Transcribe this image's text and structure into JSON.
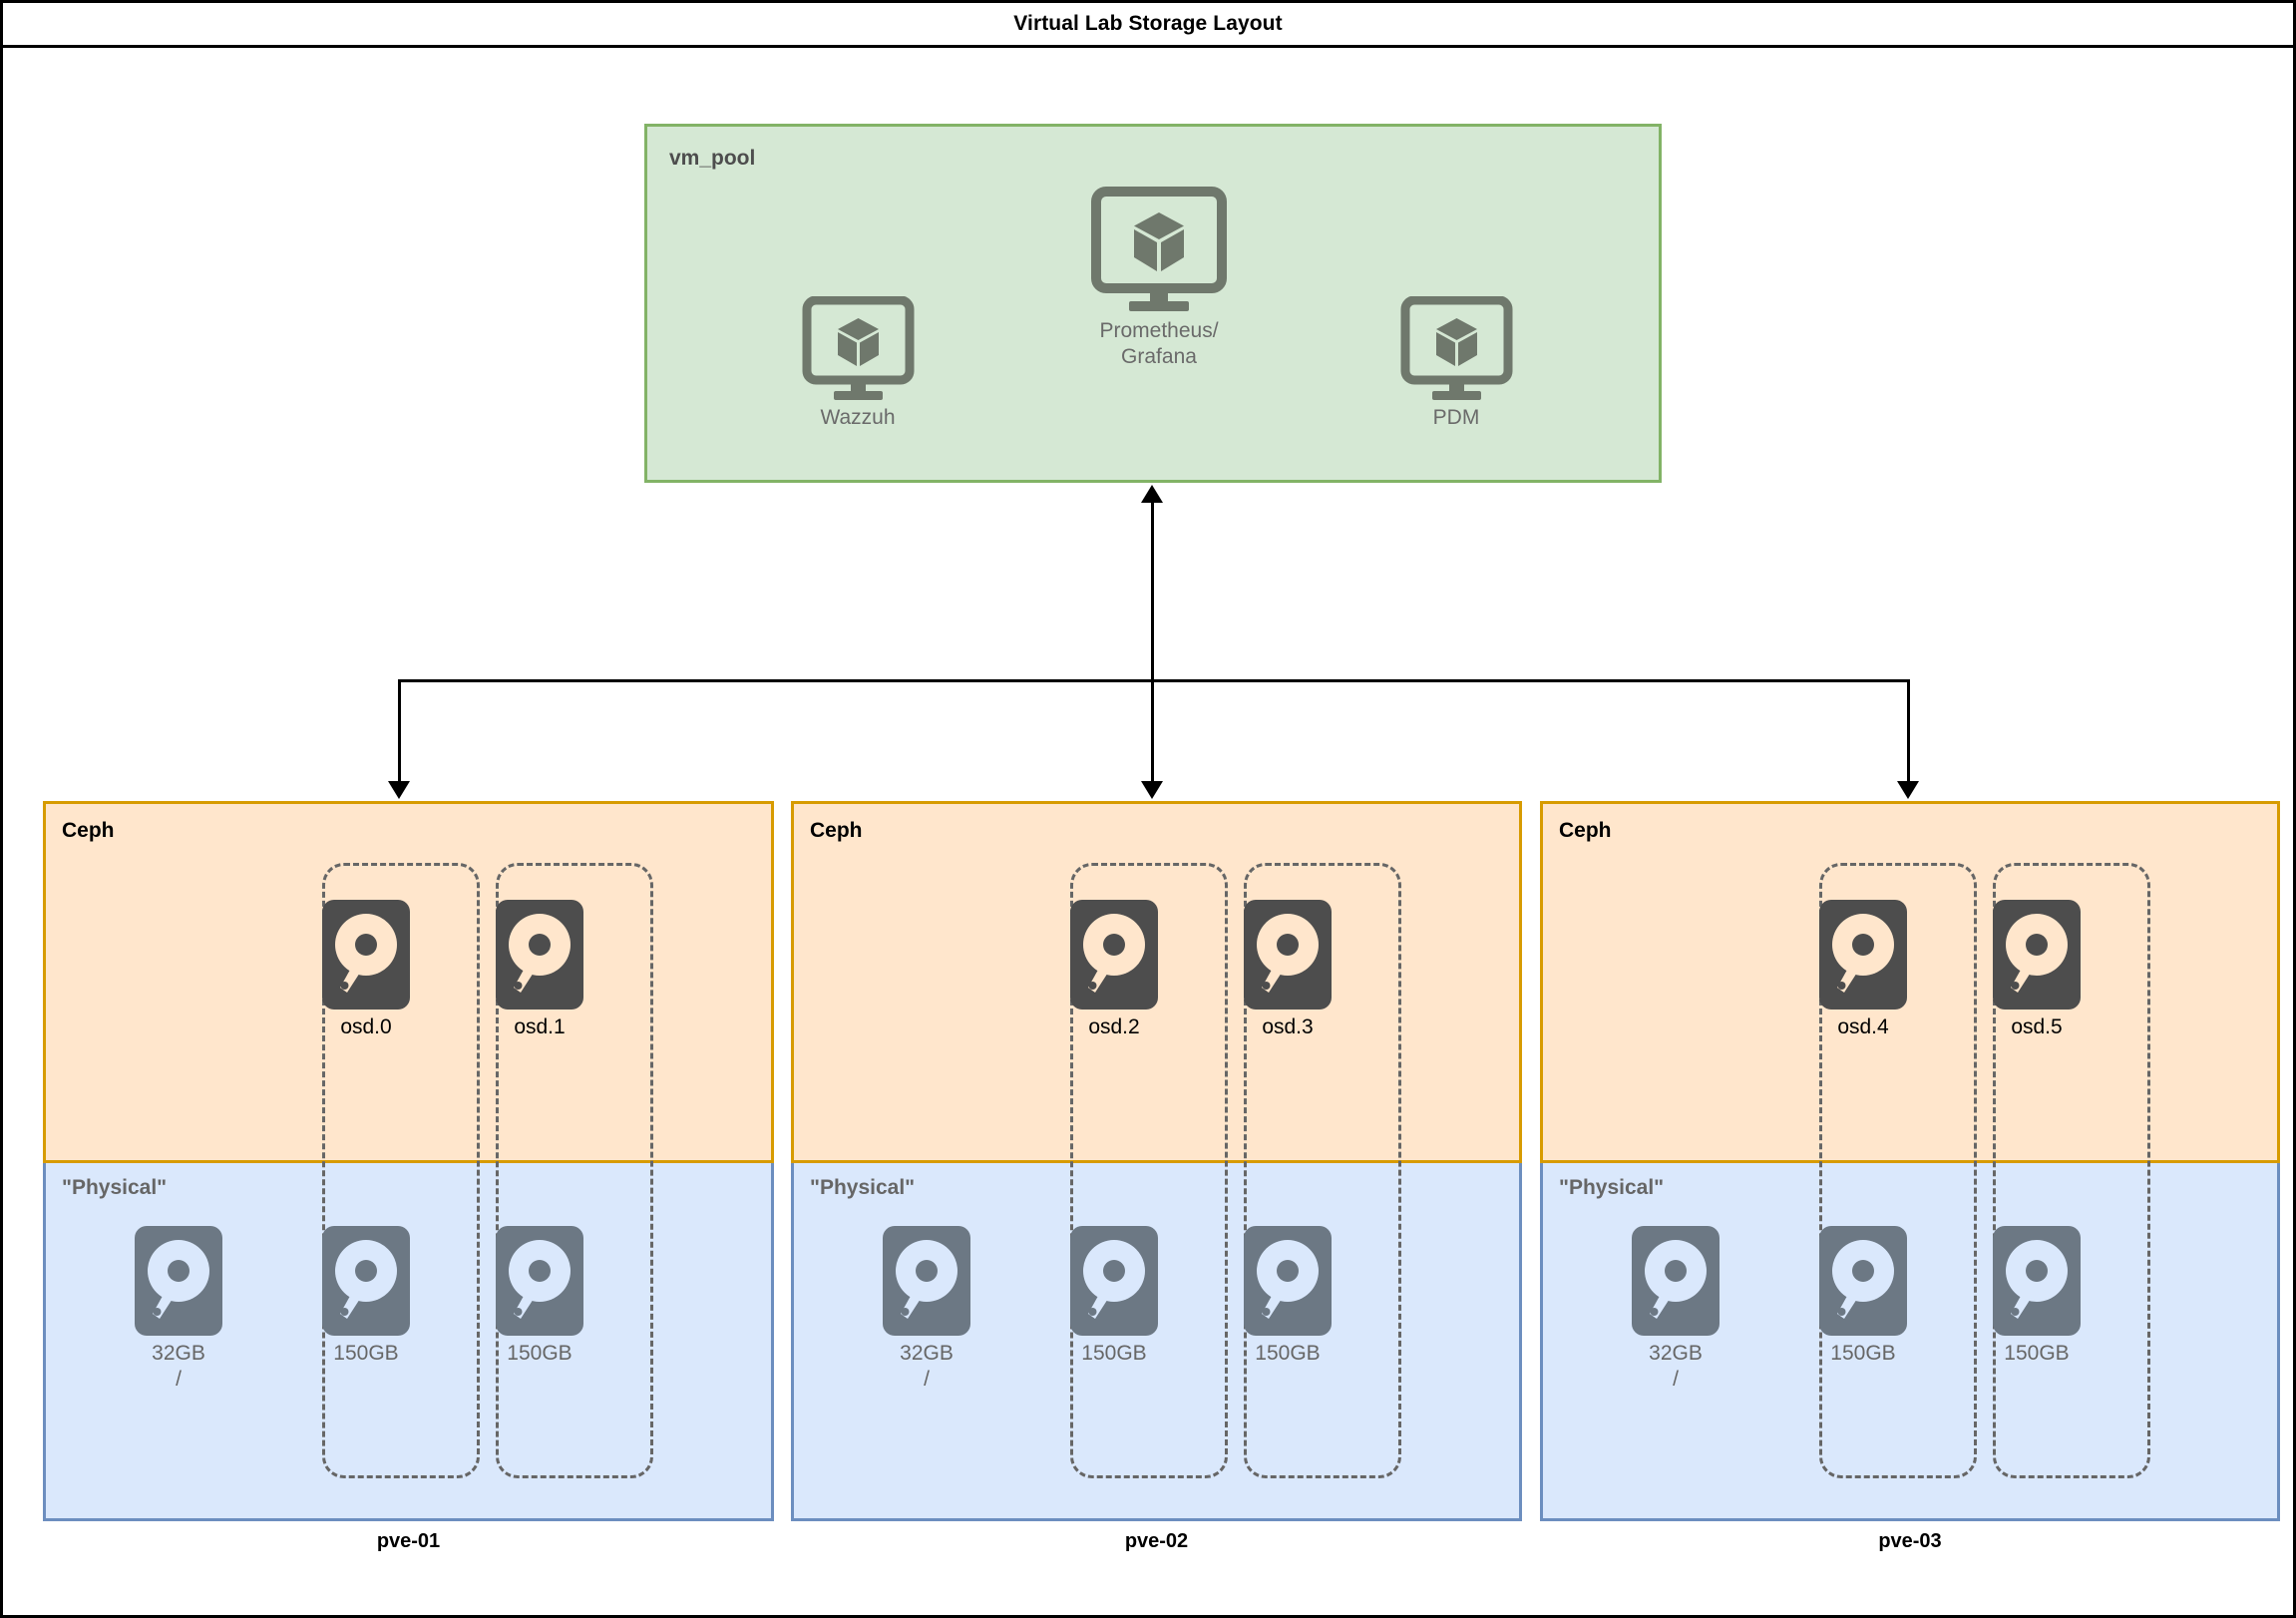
{
  "window": {
    "title": "Virtual Lab Storage Layout"
  },
  "colors": {
    "vmpool_fill": "#d5e8d4",
    "vmpool_stroke": "#82b366",
    "ceph_fill": "#ffe6cc",
    "ceph_stroke": "#d79b00",
    "physical_fill": "#dae8fc",
    "physical_stroke": "#6c8ebf",
    "osd_icon": "#4d4d4d",
    "physical_icon": "#6c7884",
    "dashed_group": "#666666",
    "connector": "#000000"
  },
  "vm_pool": {
    "label": "vm_pool",
    "vms": [
      {
        "name": "Wazzuh",
        "icon": "vm-monitor-icon"
      },
      {
        "name": "Prometheus/\nGrafana",
        "icon": "vm-monitor-icon"
      },
      {
        "name": "PDM",
        "icon": "vm-monitor-icon"
      }
    ]
  },
  "sections": {
    "ceph_label": "Ceph",
    "physical_label": "\"Physical\""
  },
  "nodes": [
    {
      "name": "pve-01",
      "ceph": {
        "label": "Ceph",
        "osds": [
          {
            "label": "osd.0",
            "icon": "hard-disk-icon"
          },
          {
            "label": "osd.1",
            "icon": "hard-disk-icon"
          }
        ]
      },
      "physical": {
        "label": "\"Physical\"",
        "disks": [
          {
            "size": "32GB",
            "mount": "/",
            "icon": "hard-disk-icon"
          },
          {
            "size": "150GB",
            "mount": "",
            "icon": "hard-disk-icon"
          },
          {
            "size": "150GB",
            "mount": "",
            "icon": "hard-disk-icon"
          }
        ]
      }
    },
    {
      "name": "pve-02",
      "ceph": {
        "label": "Ceph",
        "osds": [
          {
            "label": "osd.2",
            "icon": "hard-disk-icon"
          },
          {
            "label": "osd.3",
            "icon": "hard-disk-icon"
          }
        ]
      },
      "physical": {
        "label": "\"Physical\"",
        "disks": [
          {
            "size": "32GB",
            "mount": "/",
            "icon": "hard-disk-icon"
          },
          {
            "size": "150GB",
            "mount": "",
            "icon": "hard-disk-icon"
          },
          {
            "size": "150GB",
            "mount": "",
            "icon": "hard-disk-icon"
          }
        ]
      }
    },
    {
      "name": "pve-03",
      "ceph": {
        "label": "Ceph",
        "osds": [
          {
            "label": "osd.4",
            "icon": "hard-disk-icon"
          },
          {
            "label": "osd.5",
            "icon": "hard-disk-icon"
          }
        ]
      },
      "physical": {
        "label": "\"Physical\"",
        "disks": [
          {
            "size": "32GB",
            "mount": "/",
            "icon": "hard-disk-icon"
          },
          {
            "size": "150GB",
            "mount": "",
            "icon": "hard-disk-icon"
          },
          {
            "size": "150GB",
            "mount": "",
            "icon": "hard-disk-icon"
          }
        ]
      }
    }
  ]
}
